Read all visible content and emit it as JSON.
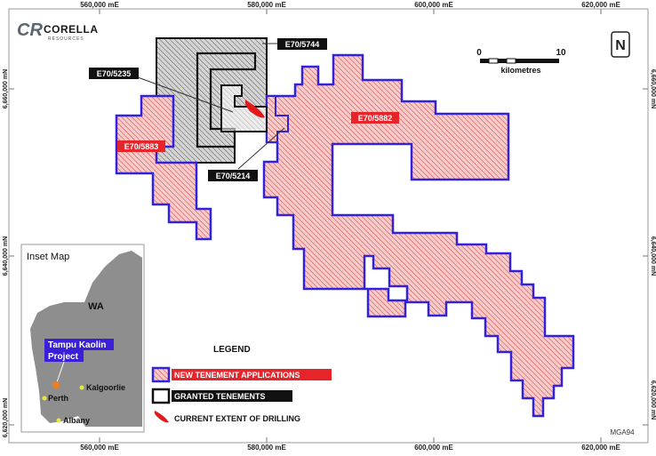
{
  "logo": {
    "mark": "CR",
    "name": "CORELLA",
    "sub": "RESOURCES"
  },
  "grid": {
    "top_labels": [
      "560,000 mE",
      "580,000 mE",
      "600,000 mE",
      "620,000 mE"
    ],
    "bottom_labels": [
      "560,000 mE",
      "580,000 mE",
      "600,000 mE",
      "620,000 mE"
    ],
    "left_labels": [
      "6,660,000 mN",
      "6,640,000 mN",
      "6,620,000 mN"
    ],
    "right_labels": [
      "6,660,000 mN",
      "6,640,000 mN",
      "6,620,000 mN"
    ]
  },
  "scale_bar": {
    "start_label": "0",
    "end_label": "10",
    "unit_label": "kilometres"
  },
  "north_arrow": {
    "label": "N"
  },
  "tenements": {
    "e70_5744": "E70/5744",
    "e70_5235": "E70/5235",
    "e70_5214": "E70/5214",
    "e70_5883": "E70/5883",
    "e70_5882": "E70/5882"
  },
  "inset": {
    "title": "Inset Map",
    "region_label": "WA",
    "project_label_line1": "Tampu Kaolin",
    "project_label_line2": "Project",
    "towns": [
      "Kalgoorlie",
      "Perth",
      "Albany"
    ]
  },
  "legend": {
    "title": "LEGEND",
    "items": [
      "NEW TENEMENT APPLICATIONS",
      "GRANTED  TENEMENTS",
      "CURRENT EXTENT OF DRILLING"
    ]
  },
  "datum_label": "MGA94",
  "colors": {
    "application_fill": "#f3bcbc",
    "application_hatch": "#d9453f",
    "application_outline": "#3322dd",
    "granted_fill": "#cfcfcf",
    "granted_outline": "#111111",
    "drilling": "#e01a1a",
    "label_black_bg": "#111111",
    "label_red_bg": "#e8242b",
    "label_blue_bg": "#3a1fd8",
    "inset_land": "#8e8e8e",
    "town_dot": "#e8e83a",
    "project_dot": "#f07d1a"
  }
}
